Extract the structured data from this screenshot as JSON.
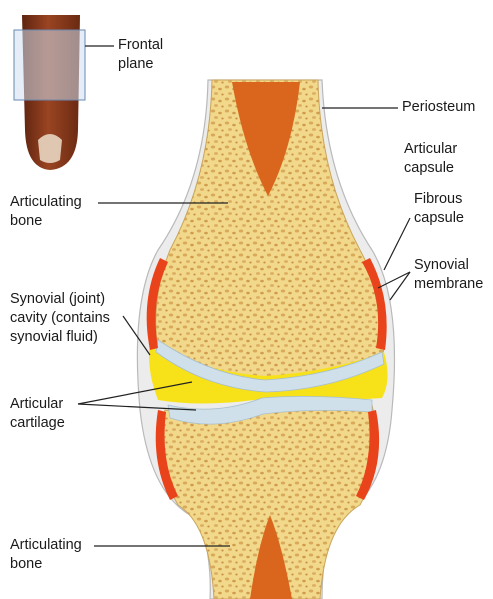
{
  "labels": {
    "frontal_plane": [
      "Frontal",
      "plane"
    ],
    "periosteum": [
      "Periosteum"
    ],
    "articular_capsule": [
      "Articular",
      "capsule"
    ],
    "fibrous_capsule": [
      "Fibrous",
      "capsule"
    ],
    "synovial_membrane": [
      "Synovial",
      "membrane"
    ],
    "articulating_bone_top": [
      "Articulating",
      "bone"
    ],
    "synovial_cavity": [
      "Synovial (joint)",
      "cavity (contains",
      "synovial fluid)"
    ],
    "articular_cartilage": [
      "Articular",
      "cartilage"
    ],
    "articulating_bone_bottom": [
      "Articulating",
      "bone"
    ]
  },
  "colors": {
    "bone": "#f2d88a",
    "bone_spots": "#d8a95a",
    "marrow": "#d9661c",
    "cartilage": "#cfe0ea",
    "synovial_fluid": "#f7e21a",
    "membrane": "#e8431b",
    "capsule": "#e9e9e9",
    "finger": "#8a3a1e"
  }
}
